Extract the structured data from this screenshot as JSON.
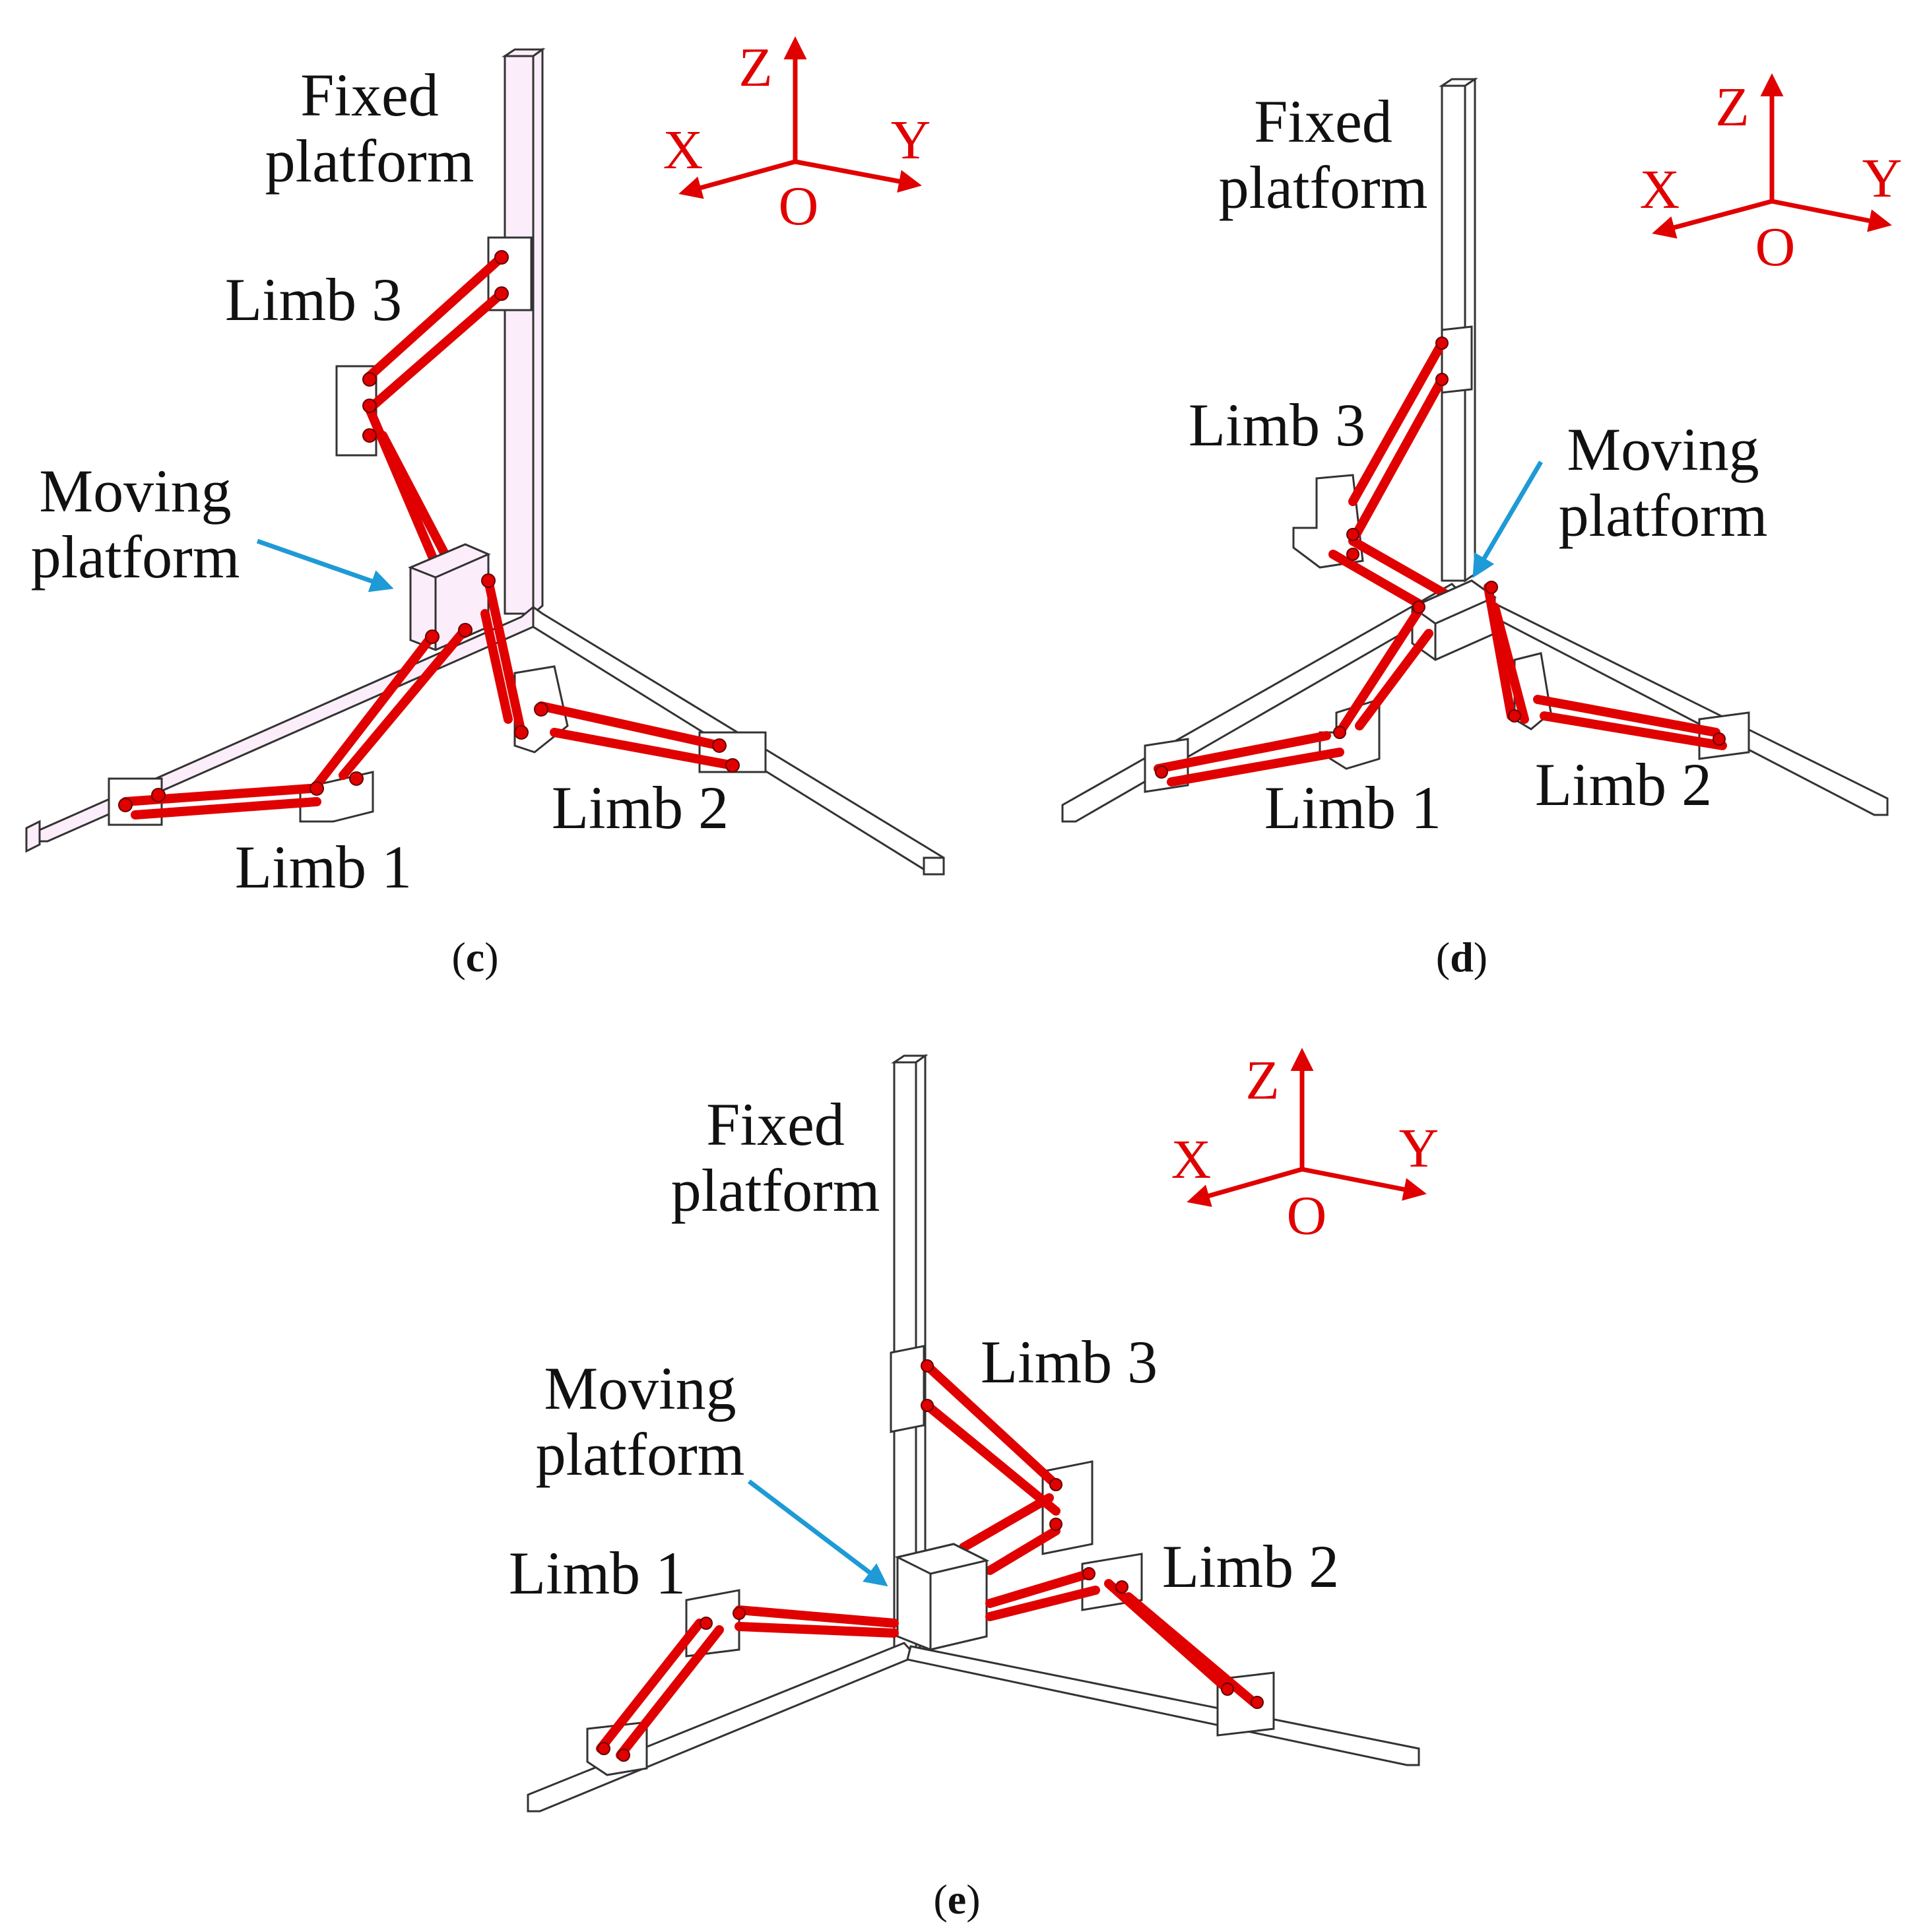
{
  "panels": [
    {
      "id": "c",
      "caption_open": "(",
      "caption_letter": "c",
      "caption_close": ")",
      "fixed_platform": [
        "Fixed",
        "platform"
      ],
      "moving_platform": [
        "Moving",
        "platform"
      ],
      "limbs": [
        "Limb 1",
        "Limb 2",
        "Limb 3"
      ],
      "axes": {
        "z": "Z",
        "x": "X",
        "y": "Y",
        "o": "O"
      }
    },
    {
      "id": "d",
      "caption_open": "(",
      "caption_letter": "d",
      "caption_close": ")",
      "fixed_platform": [
        "Fixed",
        "platform"
      ],
      "moving_platform": [
        "Moving",
        "platform"
      ],
      "limbs": [
        "Limb 1",
        "Limb 2",
        "Limb 3"
      ],
      "axes": {
        "z": "Z",
        "x": "X",
        "y": "Y",
        "o": "O"
      }
    },
    {
      "id": "e",
      "caption_open": "(",
      "caption_letter": "e",
      "caption_close": ")",
      "fixed_platform": [
        "Fixed",
        "platform"
      ],
      "moving_platform": [
        "Moving",
        "platform"
      ],
      "limbs": [
        "Limb 1",
        "Limb 2",
        "Limb 3"
      ],
      "axes": {
        "z": "Z",
        "x": "X",
        "y": "Y",
        "o": "O"
      }
    }
  ],
  "colors": {
    "axis": "#e00000",
    "link": "#e00000",
    "pointer": "#1e9ad6",
    "highlight": "#fbeefa"
  }
}
